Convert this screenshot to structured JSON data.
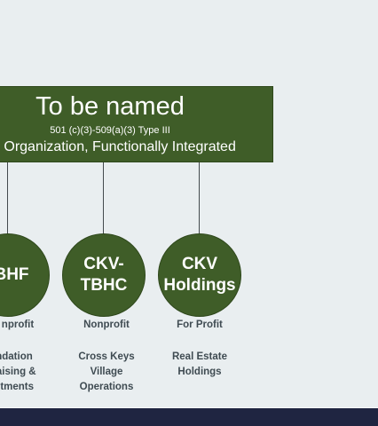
{
  "parent": {
    "title": "To be named",
    "subtitle": "501 (c)(3)-509(a)(3) Type III",
    "description": "ng Organization, Functionally Integrated"
  },
  "entities": [
    {
      "name_lines": [
        "BHF"
      ],
      "type": "nprofit",
      "desc_lines": [
        "ndation",
        "raising &",
        "stments"
      ]
    },
    {
      "name_lines": [
        "CKV-",
        "TBHC"
      ],
      "type": "Nonprofit",
      "desc_lines": [
        "Cross Keys",
        "Village",
        "Operations"
      ]
    },
    {
      "name_lines": [
        "CKV",
        "Holdings"
      ],
      "type": "For Profit",
      "desc_lines": [
        "Real Estate",
        "Holdings"
      ]
    }
  ],
  "colors": {
    "box_green": "#3f5d28",
    "background": "#e9eef0",
    "label_gray": "#3f4b52",
    "footer_navy": "#1f2541"
  }
}
